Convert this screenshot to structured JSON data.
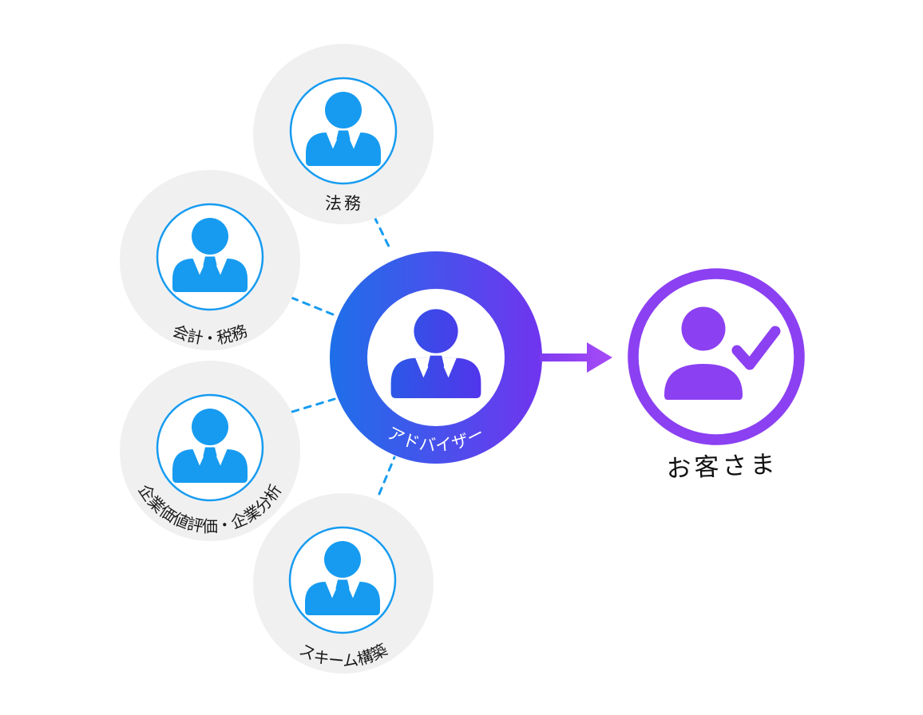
{
  "satellites": [
    {
      "id": "legal",
      "label": "法務"
    },
    {
      "id": "accounting-tax",
      "label": "会計・税務"
    },
    {
      "id": "valuation-analysis",
      "label": "企業価値評価・企業分析"
    },
    {
      "id": "scheme-building",
      "label": "スキーム構築"
    }
  ],
  "advisor": {
    "label": "アドバイザー"
  },
  "customer": {
    "label": "お客さま"
  },
  "colors": {
    "background": "#ffffff",
    "specialist_bg": "#f0f0f1",
    "specialist_blue": "#169bf0",
    "connector_blue": "#169bf0",
    "advisor_ring_gradient_start": "#1e6fe9",
    "advisor_ring_gradient_end": "#7134ef",
    "advisor_icon_gradient_start": "#2b59e6",
    "advisor_icon_gradient_end": "#5334ec",
    "arrow_gradient_start": "#7f3bef",
    "arrow_gradient_end": "#a74bf8",
    "customer_purple": "#8b40f2",
    "label_text": "#1a1a1a",
    "advisor_label_text": "#ffffff"
  }
}
